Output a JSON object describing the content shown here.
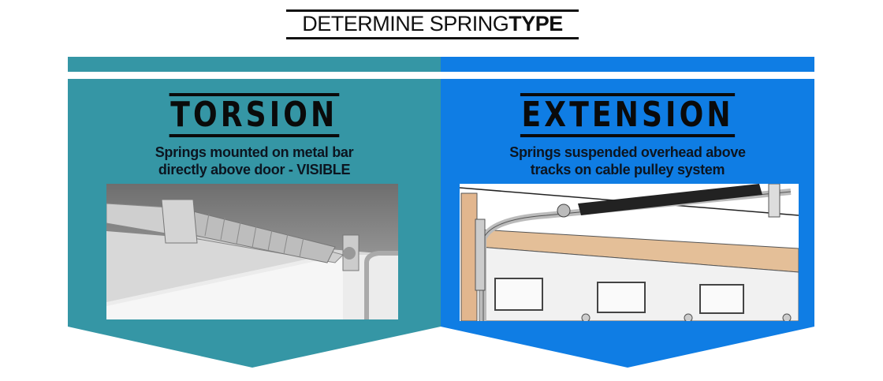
{
  "title": {
    "light": "DETERMINE SPRING",
    "bold": "TYPE"
  },
  "colors": {
    "torsion": "#3596a5",
    "extension": "#0f7de4"
  },
  "panels": [
    {
      "heading": "TORSION",
      "line1": "Springs mounted on metal bar",
      "line2_prefix": "directly above door - ",
      "line2_bold": "VISIBLE"
    },
    {
      "heading": "EXTENSION",
      "line1": "Springs suspended overhead above",
      "line2_prefix": "tracks on cable pulley system",
      "line2_bold": ""
    }
  ]
}
